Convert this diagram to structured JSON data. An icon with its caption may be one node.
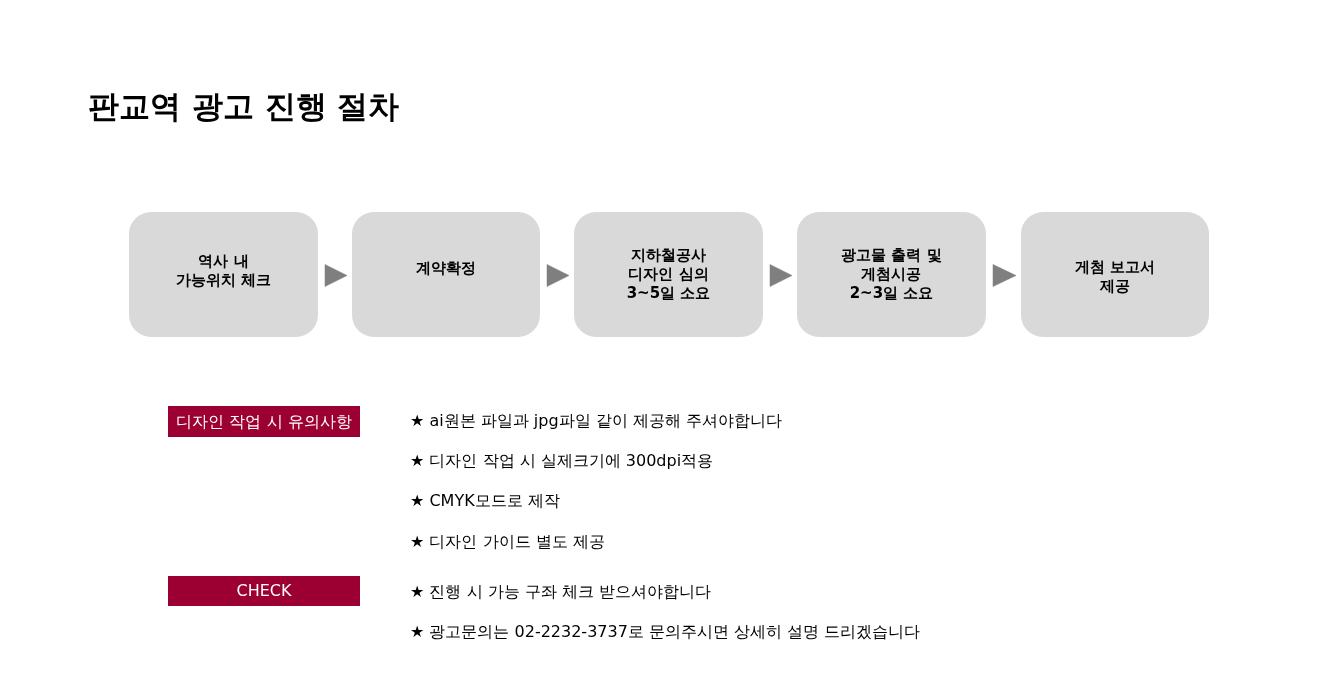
{
  "diagram": {
    "title": "판교역 광고 진행 절차",
    "nodes": [
      {
        "text": [
          "역사 내 가능위치 체크"
        ]
      },
      {
        "text": [
          "계약확정"
        ]
      },
      {
        "text": [
          "지하철공사 디자인 심의 3~5일 소요"
        ]
      },
      {
        "text": [
          "광고물 출력 및 게첨시공 2~3일 소요"
        ]
      },
      {
        "text": [
          "게첨 보고서 제공"
        ]
      },
      {
        "text": [
          "디자인 작업 시 유의사항"
        ]
      },
      {
        "text": [
          "CHECK"
        ]
      }
    ],
    "edges": [
      {
        "from": 0,
        "to": 1,
        "arrow": "to"
      },
      {
        "from": 1,
        "to": 2,
        "arrow": "to"
      },
      {
        "from": 2,
        "to": 3,
        "arrow": "to"
      },
      {
        "from": 3,
        "to": 4,
        "arrow": "to"
      }
    ],
    "labels": [
      "★ ai원본 파일과 jpg파일 같이 제공해 주셔야합니다",
      "★ 디자인 작업 시 실제크기에 300dpi적용",
      "★ CMYK모드로 제작",
      "★ 디자인 가이드 별도 제공",
      "★ 진행 시 가능 구좌 체크 받으셔야합니다",
      "★ 광고문의는 02-2232-3737로 문의주시면 상세히 설명 드리겠습니다"
    ]
  }
}
